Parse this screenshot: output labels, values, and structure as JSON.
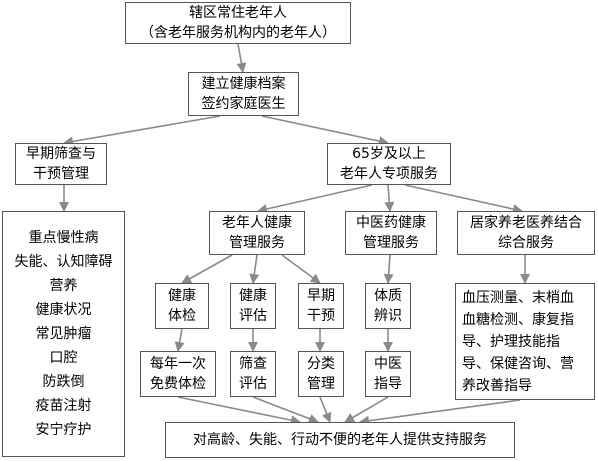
{
  "nodes": {
    "root": {
      "lines": [
        "辖区常住老年人",
        "（含老年服务机构内的老年人）"
      ]
    },
    "archive": {
      "lines": [
        "建立健康档案",
        "签约家庭医生"
      ]
    },
    "screening": {
      "lines": [
        "早期筛查与",
        "干预管理"
      ]
    },
    "special": {
      "lines": [
        "65岁及以上",
        "老年人专项服务"
      ]
    },
    "focus": {
      "lines": [
        "重点慢性病",
        "失能、认知障碍",
        "营养",
        "健康状况",
        "常见肿瘤",
        "口腔",
        "防跌倒",
        "疫苗注射",
        "安宁疗护"
      ]
    },
    "health_mgmt": {
      "lines": [
        "老年人健康",
        "管理服务"
      ]
    },
    "tcm": {
      "lines": [
        "中医药健康",
        "管理服务"
      ]
    },
    "home_care": {
      "lines": [
        "居家养老医养结合",
        "综合服务"
      ]
    },
    "exam": {
      "lines": [
        "健康",
        "体检"
      ]
    },
    "assess": {
      "lines": [
        "健康",
        "评估"
      ]
    },
    "early": {
      "lines": [
        "早期",
        "干预"
      ]
    },
    "constitution": {
      "lines": [
        "体质",
        "辨识"
      ]
    },
    "home_desc": {
      "lines": [
        "血压测量、末梢血",
        "血糖检测、康复指",
        "导、护理技能指",
        "导、保健咨询、营",
        "养改善指导"
      ]
    },
    "annual": {
      "lines": [
        "每年一次",
        "免费体检"
      ]
    },
    "screen_eval": {
      "lines": [
        "筛查",
        "评估"
      ]
    },
    "classify": {
      "lines": [
        "分类",
        "管理"
      ]
    },
    "tcm_guide": {
      "lines": [
        "中医",
        "指导"
      ]
    },
    "final": {
      "lines": [
        "对高龄、失能、行动不便的老年人提供支持服务"
      ]
    }
  },
  "colors": {
    "border": "#555555",
    "arrow": "#8a8a8a"
  }
}
